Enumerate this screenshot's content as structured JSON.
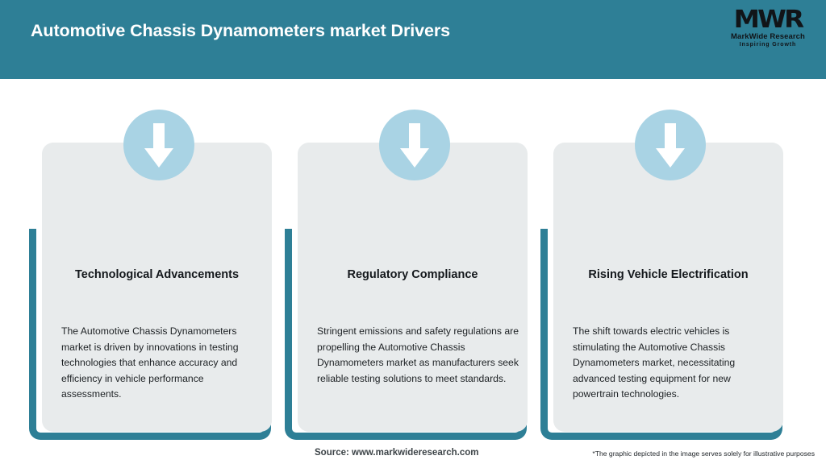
{
  "header": {
    "title": "Automotive Chassis Dynamometers market Drivers",
    "background_color": "#2e7f96",
    "title_color": "#ffffff"
  },
  "logo": {
    "mark": "MWR",
    "name": "MarkWide Research",
    "tagline": "Inspiring Growth"
  },
  "theme": {
    "accent_teal": "#2e7f96",
    "card_background": "#e8ebec",
    "circle_blue": "#a9d3e4",
    "arrow_color": "#ffffff"
  },
  "cards": [
    {
      "icon": "down-arrow-icon",
      "title": "Technological Advancements",
      "body": "The Automotive Chassis Dynamometers market is driven by innovations in testing technologies that enhance accuracy and efficiency in vehicle performance assessments."
    },
    {
      "icon": "down-arrow-icon",
      "title": "Regulatory Compliance",
      "body": "Stringent emissions and safety regulations are propelling the Automotive Chassis Dynamometers market as manufacturers seek reliable testing solutions to meet standards."
    },
    {
      "icon": "down-arrow-icon",
      "title": "Rising Vehicle Electrification",
      "body": "The shift towards electric vehicles is stimulating the Automotive Chassis Dynamometers market, necessitating advanced testing equipment for new powertrain technologies."
    }
  ],
  "footer": {
    "source": "Source: www.markwideresearch.com",
    "disclaimer": "*The graphic depicted in the image serves solely for illustrative purposes"
  }
}
